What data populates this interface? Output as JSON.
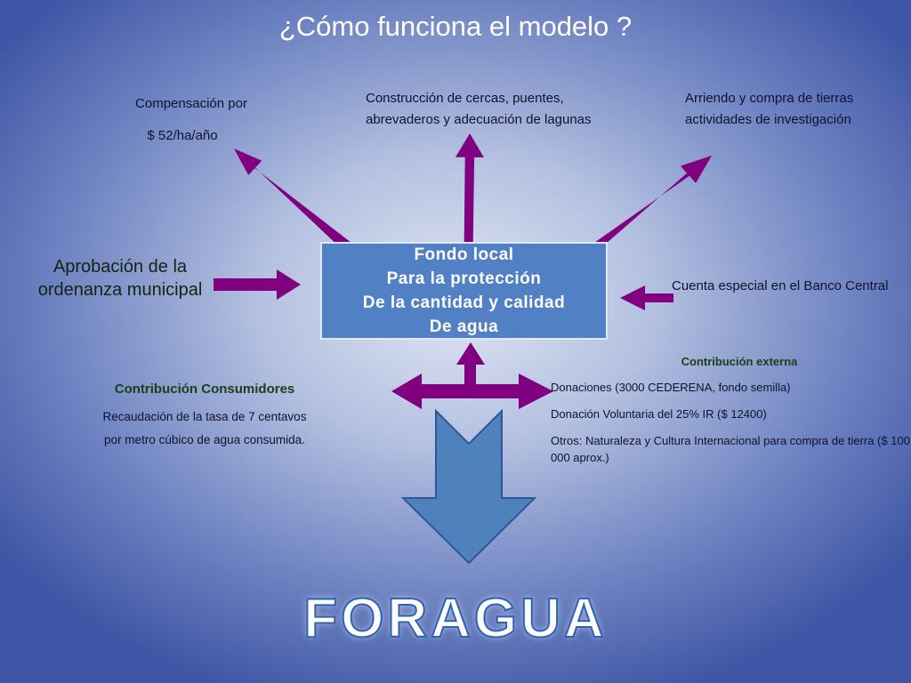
{
  "title": "¿Cómo funciona el modelo ?",
  "compensation": {
    "label": "Compensación por",
    "value": "$ 52/ha/año"
  },
  "construction": "Construcción de cercas, puentes, abrevaderos y adecuación de lagunas",
  "lease": "Arriendo y compra de tierras actividades de investigación",
  "approval": "Aprobación de la ordenanza municipal",
  "fund": {
    "line1": "Fondo local",
    "line2": "Para la protección",
    "line3": "De la cantidad y calidad",
    "line4": "De agua"
  },
  "account": "Cuenta especial en el Banco Central",
  "consumer": {
    "heading": "Contribución Consumidores",
    "line1": "Recaudación de la tasa de 7 centavos",
    "line2": "por metro cúbico de agua consumida."
  },
  "external": {
    "heading": "Contribución externa",
    "items": [
      "Donaciones (3000 CEDERENA, fondo semilla)",
      "Donación Voluntaria del 25% IR ($ 12400)",
      "Otros:  Naturaleza y Cultura Internacional para compra de tierra  ($ 100  000  aprox.)"
    ]
  },
  "logo": "FORAGUA",
  "colors": {
    "arrow_purple": "#800080",
    "fund_box": "#5180c4",
    "big_arrow": "#4f81bd",
    "heading_green": "#1a3f1a"
  }
}
